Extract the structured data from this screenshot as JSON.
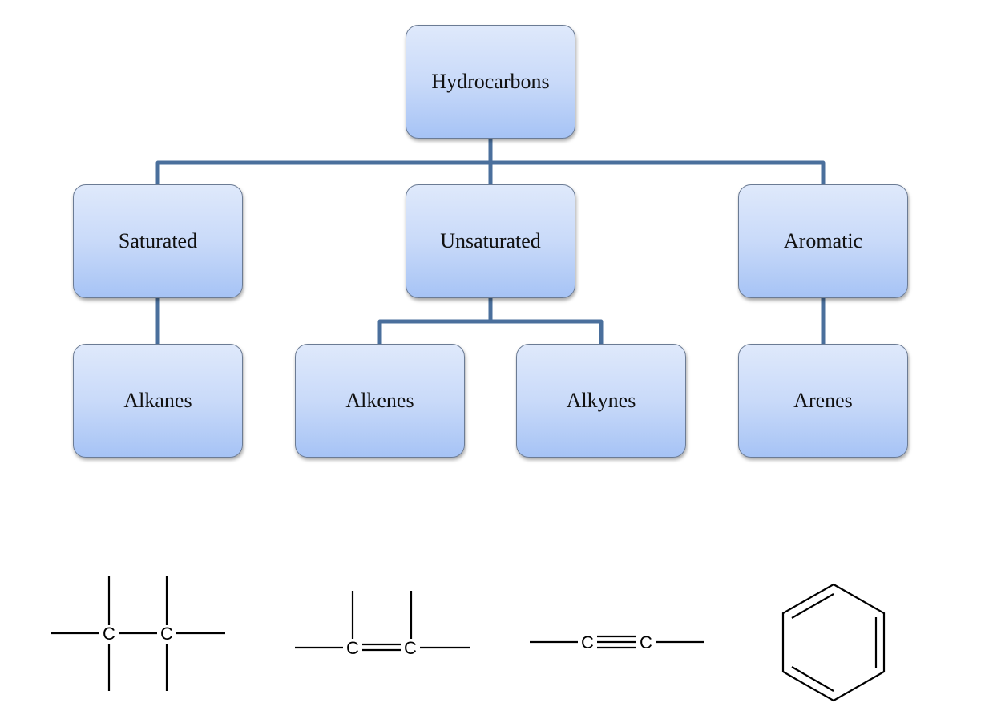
{
  "diagram": {
    "title": "Hydrocarbons classification",
    "root": {
      "label": "Hydrocarbons"
    },
    "level1": [
      {
        "label": "Saturated"
      },
      {
        "label": "Unsaturated"
      },
      {
        "label": "Aromatic"
      }
    ],
    "level2": [
      {
        "label": "Alkanes",
        "parent": "Saturated"
      },
      {
        "label": "Alkenes",
        "parent": "Unsaturated"
      },
      {
        "label": "Alkynes",
        "parent": "Unsaturated"
      },
      {
        "label": "Arenes",
        "parent": "Aromatic"
      }
    ],
    "structures": [
      {
        "name": "alkane",
        "atoms": [
          "C",
          "C"
        ],
        "bond": "single"
      },
      {
        "name": "alkene",
        "atoms": [
          "C",
          "C"
        ],
        "bond": "double"
      },
      {
        "name": "alkyne",
        "atoms": [
          "C",
          "C"
        ],
        "bond": "triple"
      },
      {
        "name": "arene",
        "atoms": [],
        "bond": "benzene ring"
      }
    ],
    "colors": {
      "connector": "#4a6f9c",
      "node_top": "#dfe9fb",
      "node_bottom": "#a6c3f5",
      "node_border": "#6b7b94"
    }
  }
}
